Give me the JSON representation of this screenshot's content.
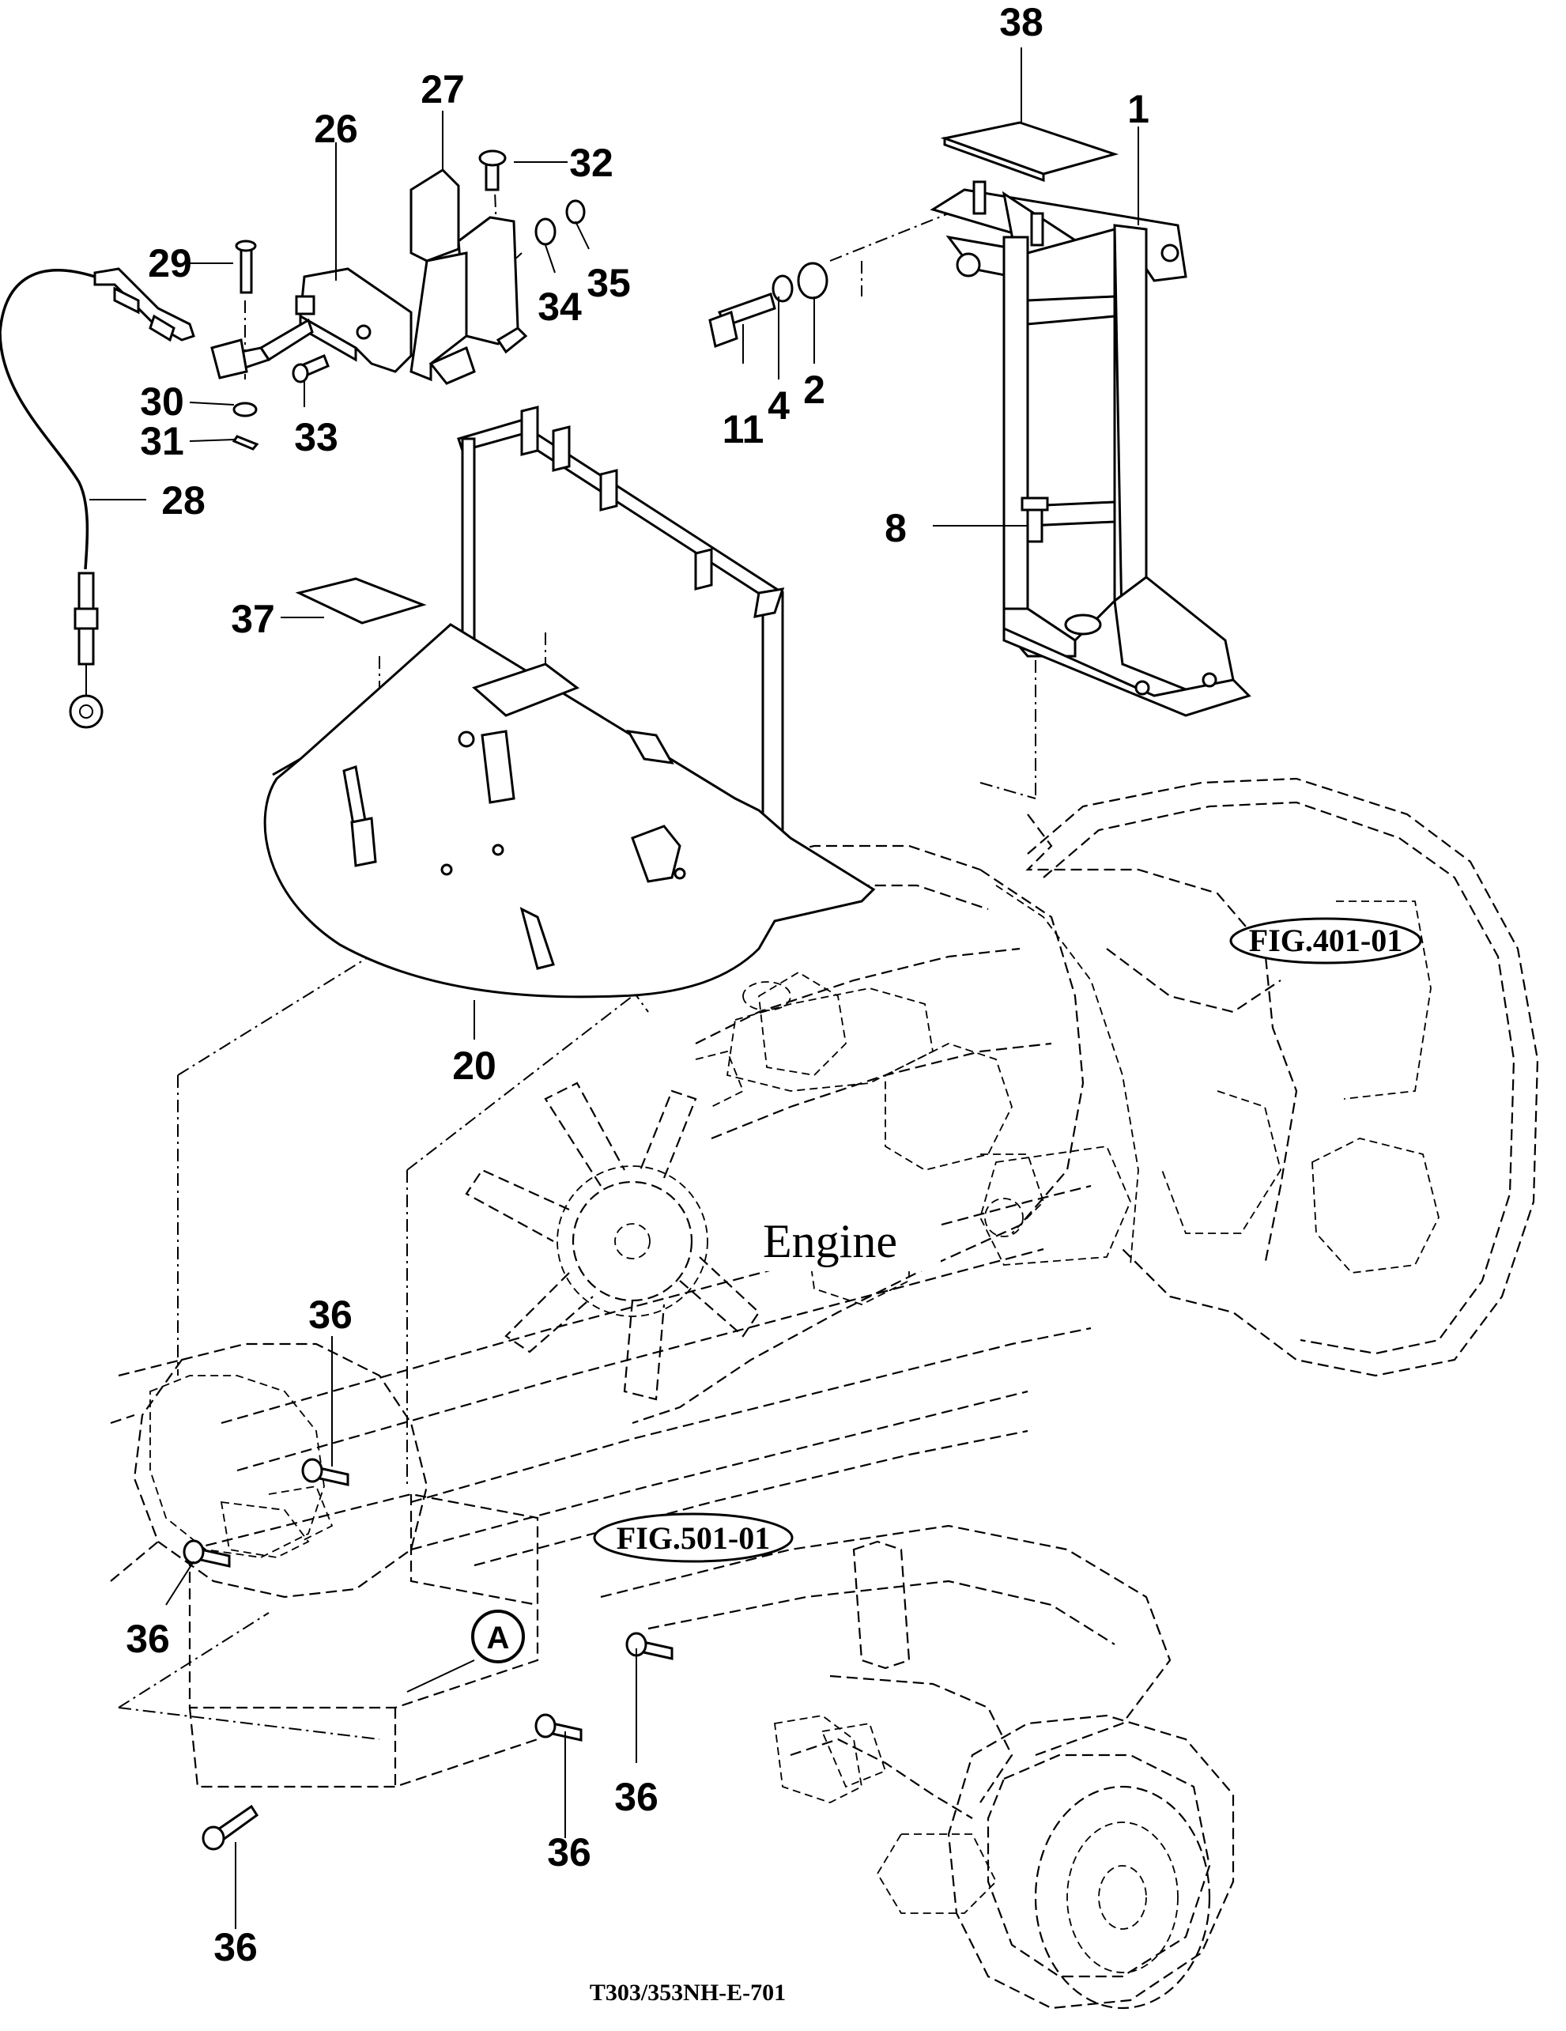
{
  "drawing": {
    "code": "T303/353NH-E-701",
    "engine_label": "Engine",
    "view_marker": "A",
    "figure_refs": {
      "transmission": "FIG.401-01",
      "front_axle": "FIG.501-01"
    }
  },
  "callouts": {
    "p1": "1",
    "p2": "2",
    "p4": "4",
    "p8": "8",
    "p11": "11",
    "p20": "20",
    "p26": "26",
    "p27": "27",
    "p28": "28",
    "p29": "29",
    "p30": "30",
    "p31": "31",
    "p32": "32",
    "p33": "33",
    "p34": "34",
    "p35": "35",
    "p37": "37",
    "p38": "38",
    "p36": "36"
  }
}
